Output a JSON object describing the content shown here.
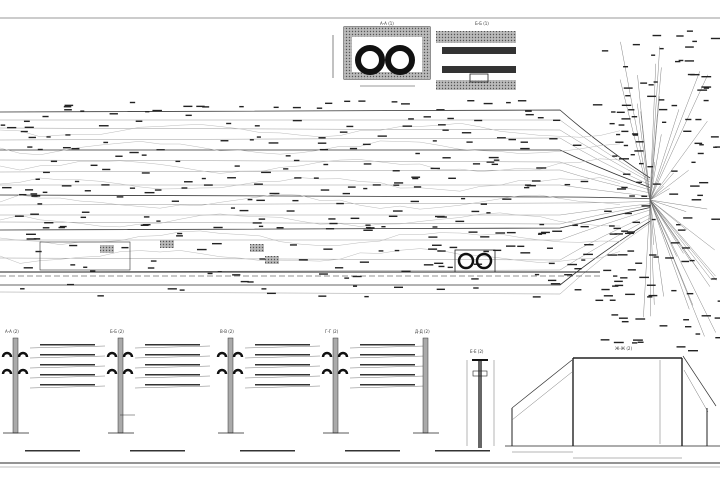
{
  "drawing": {
    "inset_left_title": "А-А (1)",
    "inset_right_title": "Б-Б (1)",
    "sections": [
      "А-А (2)",
      "Б-Б (2)",
      "В-В (2)",
      "Г-Г (2)",
      "Д-Д (2)",
      "Е-Е (2)",
      "Ж-Ж (2)"
    ],
    "colors": {
      "line": "#222222",
      "hatch": "#888888",
      "light": "#999999"
    }
  }
}
